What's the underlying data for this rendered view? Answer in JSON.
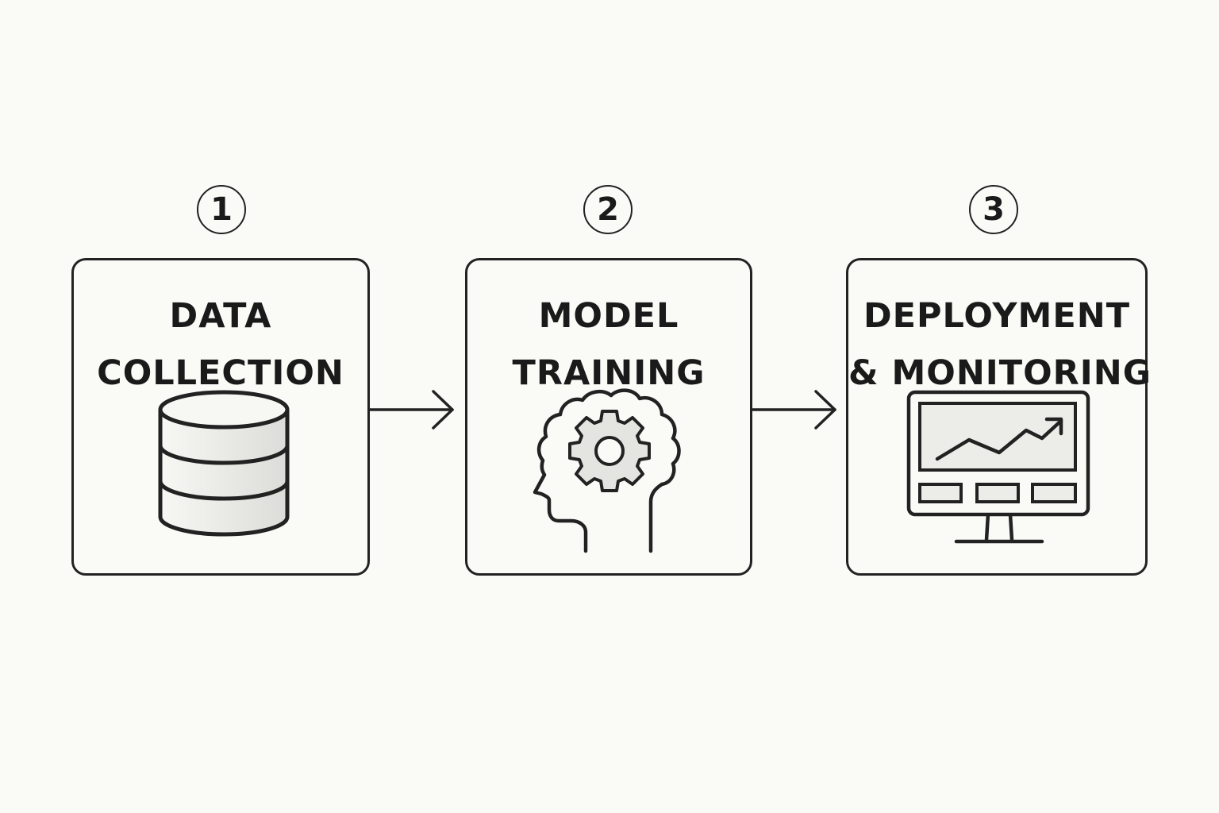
{
  "steps": [
    {
      "number": "1",
      "title_line1": "DATA",
      "title_line2": "COLLECTION",
      "icon": "database-icon"
    },
    {
      "number": "2",
      "title_line1": "MODEL",
      "title_line2": "TRAINING",
      "icon": "brain-gear-icon"
    },
    {
      "number": "3",
      "title_line1": "DEPLOYMENT",
      "title_line2": "& MONITORING",
      "icon": "monitor-chart-icon"
    }
  ],
  "colors": {
    "background": "#fafaf7",
    "stroke": "#222222",
    "icon_fill": "#e9e9e6"
  }
}
